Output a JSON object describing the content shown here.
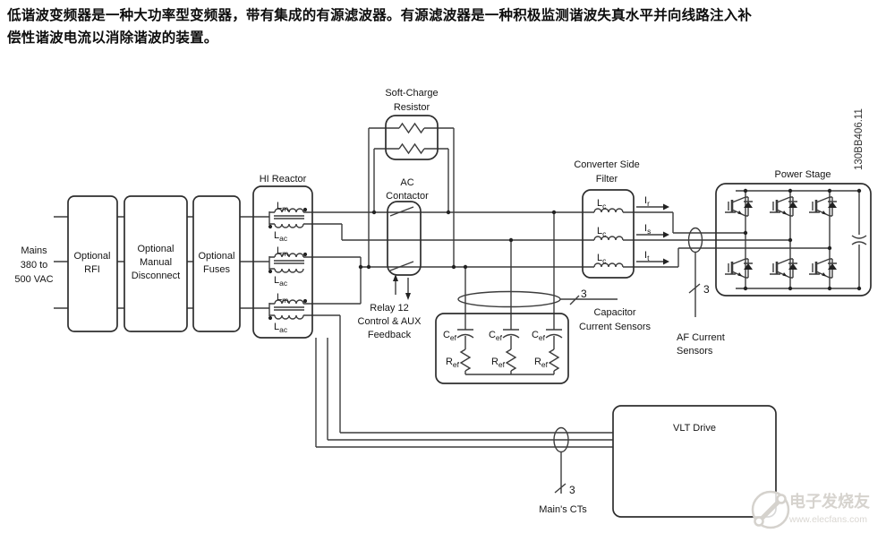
{
  "intro": {
    "line1": "低谐波变频器是一种大功率型变频器，带有集成的有源滤波器。有源滤波器是一种积极监测谐波失真水平并向线路注入补",
    "line2": "偿性谐波电流以消除谐波的装置。"
  },
  "side_code": "130BB406.11",
  "mains": {
    "line1": "Mains",
    "line2": "380 to",
    "line3": "500 VAC"
  },
  "blocks": {
    "rfi": {
      "line1": "Optional",
      "line2": "RFI"
    },
    "disconnect": {
      "line1": "Optional",
      "line2": "Manual",
      "line3": "Disconnect"
    },
    "fuses": {
      "line1": "Optional",
      "line2": "Fuses"
    },
    "reactor_title": "HI Reactor",
    "soft_charge": {
      "line1": "Soft-Charge",
      "line2": "Resistor"
    },
    "contactor": {
      "line1": "AC",
      "line2": "Contactor"
    },
    "relay": {
      "line1": "Relay 12",
      "line2": "Control & AUX",
      "line3": "Feedback"
    },
    "filter": {
      "line1": "Converter Side",
      "line2": "Filter"
    },
    "power_stage": "Power Stage",
    "vlt": "VLT Drive"
  },
  "labels": {
    "lm": {
      "base": "L",
      "sub": "m"
    },
    "lac": {
      "base": "L",
      "sub": "ac"
    },
    "lc": {
      "base": "L",
      "sub": "c"
    },
    "cef": {
      "base": "C",
      "sub": "ef"
    },
    "ref": {
      "base": "R",
      "sub": "ef"
    },
    "ir": {
      "base": "I",
      "sub": "r"
    },
    "is": {
      "base": "I",
      "sub": "s"
    },
    "it": {
      "base": "I",
      "sub": "t"
    }
  },
  "annotations": {
    "cap_sensors": {
      "count": "3",
      "line1": "Capacitor",
      "line2": "Current Sensors"
    },
    "af_sensors": {
      "count": "3",
      "line1": "AF Current",
      "line2": "Sensors"
    },
    "mains_cts": {
      "count": "3",
      "label": "Main's CTs"
    }
  },
  "watermark": {
    "brand": "电子发烧友",
    "url": "www.elecfans.com"
  },
  "colors": {
    "line": "#3c3c3c",
    "box": "#2e2e2e",
    "text": "#141414",
    "watermark": "#d6d3ce"
  }
}
